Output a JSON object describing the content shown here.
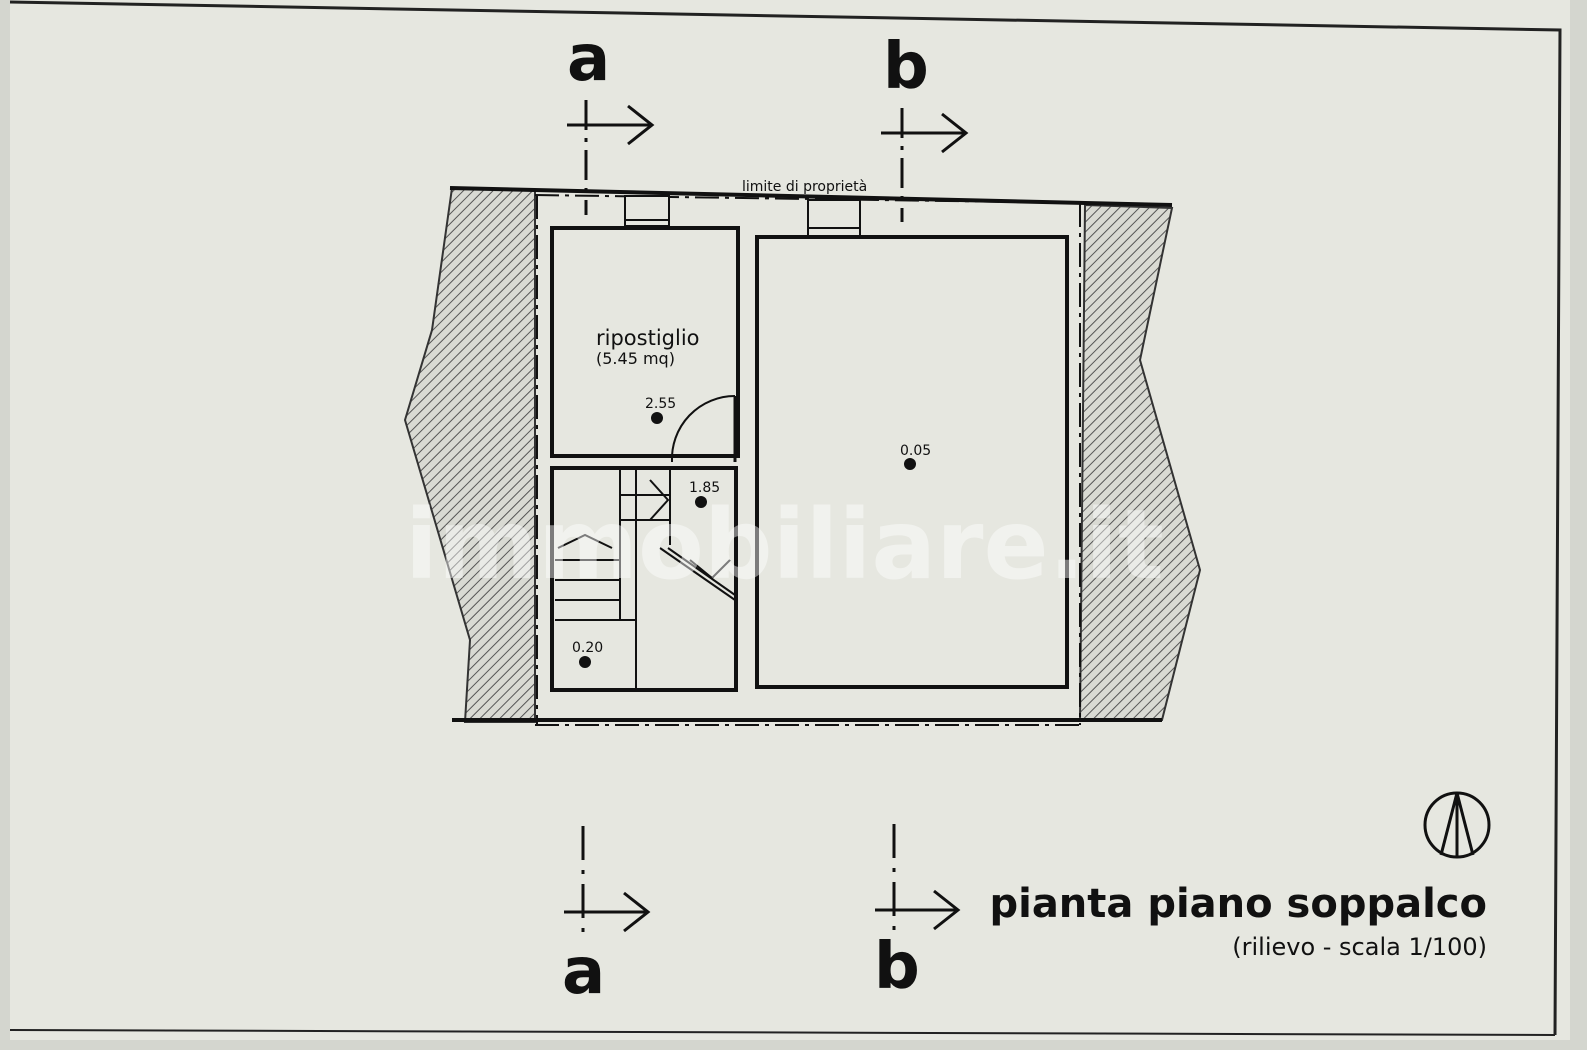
{
  "sections": {
    "a_top": "a",
    "b_top": "b",
    "a_bottom": "a",
    "b_bottom": "b"
  },
  "property_limit_label": "limite di proprietà",
  "rooms": {
    "storage": {
      "name": "ripostiglio",
      "area": "(5.45 mq)"
    }
  },
  "elevations": {
    "storage": "2.55",
    "landing": "1.85",
    "stair_base": "0.20",
    "main_room": "0.05"
  },
  "title_block": {
    "title": "pianta piano soppalco",
    "subtitle": "(rilievo - scala 1/100)"
  },
  "watermark": "immobiliare.it",
  "icons": {
    "north_arrow": "north-arrow-icon"
  }
}
